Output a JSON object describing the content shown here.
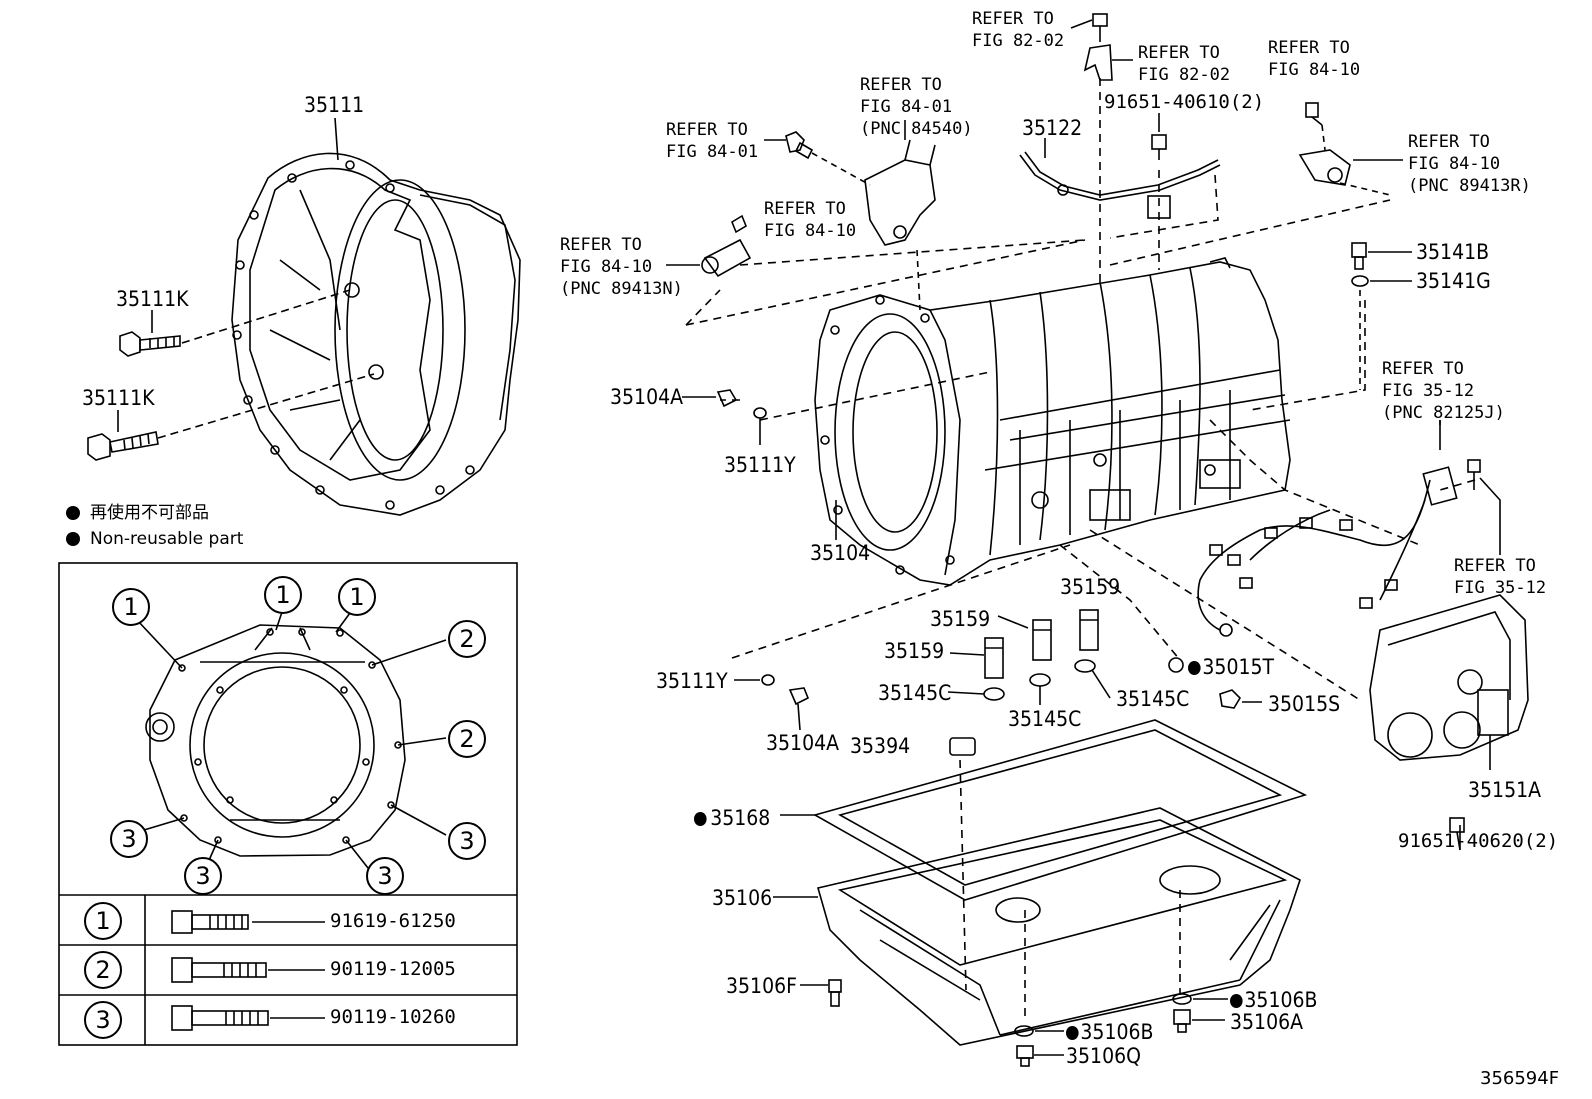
{
  "legend": {
    "jp": "再使用不可部品",
    "en": "Non-reusable part"
  },
  "figure_id": "356594F",
  "bolt_table": [
    {
      "key": "1",
      "part": "91619-61250"
    },
    {
      "key": "2",
      "part": "90119-12005"
    },
    {
      "key": "3",
      "part": "90119-10260"
    }
  ],
  "callouts": {
    "c35111": "35111",
    "c35111k_a": "35111K",
    "c35111k_b": "35111K",
    "c35104a_a": "35104A",
    "c35111y_a": "35111Y",
    "c35104": "35104",
    "c35122": "35122",
    "c35141b": "35141B",
    "c35141g": "35141G",
    "c35159_a": "35159",
    "c35159_b": "35159",
    "c35159_c": "35159",
    "c35145c_a": "35145C",
    "c35145c_b": "35145C",
    "c35145c_c": "35145C",
    "c35015t": "35015T",
    "c35015s": "35015S",
    "c35111y_b": "35111Y",
    "c35104a_b": "35104A",
    "c35394": "35394",
    "c35168": "35168",
    "c35106": "35106",
    "c35106f": "35106F",
    "c35106b_a": "35106B",
    "c35106a": "35106A",
    "c35106b_b": "35106B",
    "c35106q": "35106Q",
    "c35151a": "35151A",
    "c91651_40610": "91651-40610(2)",
    "c91651_40620": "91651-40620(2)"
  },
  "refs": {
    "r_fig82_top": "REFER TO\nFIG 82-02",
    "r_fig82_b": "REFER TO\nFIG 82-02",
    "r_fig84_10_tr": "REFER TO\nFIG 84-10",
    "r_fig84_10_pnc_r": "REFER TO\nFIG 84-10\n(PNC 89413R)",
    "r_fig84_01_pnc": "REFER TO\nFIG 84-01\n(PNC 84540)",
    "r_fig84_01": "REFER TO\nFIG 84-01",
    "r_fig84_10_mid": "REFER TO\nFIG 84-10",
    "r_fig84_10_pnc_n": "REFER TO\nFIG 84-10\n(PNC 89413N)",
    "r_fig35_12_pnc": "REFER TO\nFIG 35-12\n(PNC 82125J)",
    "r_fig35_12": "REFER TO\nFIG 35-12"
  }
}
